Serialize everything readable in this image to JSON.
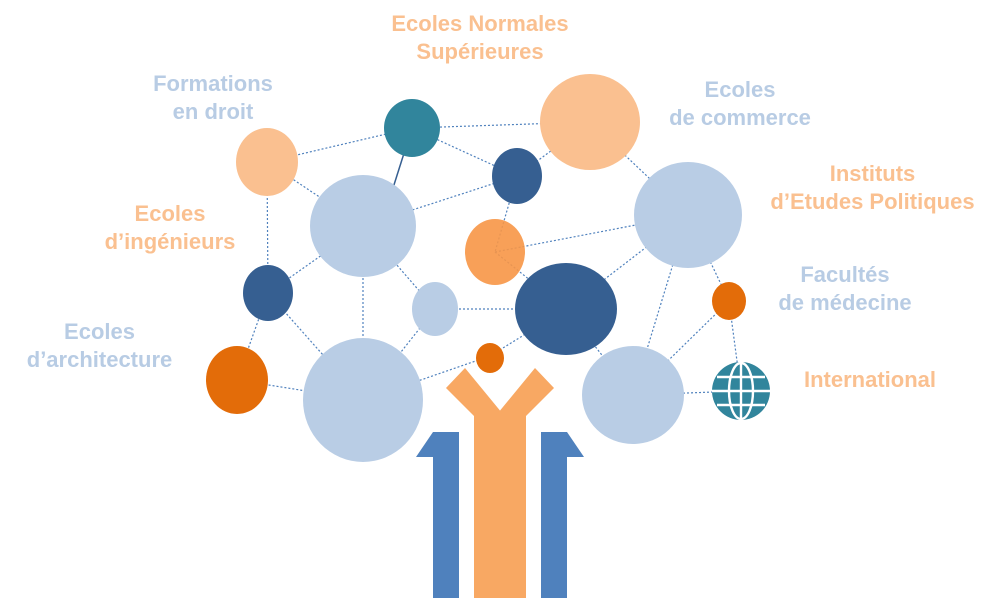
{
  "colors": {
    "light_blue": "#b9cde5",
    "dark_blue": "#365f91",
    "teal": "#31859c",
    "light_orange": "#fac090",
    "mid_orange": "#f79646",
    "dark_orange": "#e36c09",
    "trunk_blue": "#4f81bd",
    "trunk_orange": "#f8a863",
    "line": "#4f81bd",
    "label_blue": "#b8cce4",
    "label_orange": "#fac090"
  },
  "labels": {
    "ens": {
      "line1": "Ecoles Normales",
      "line2": "Supérieures"
    },
    "droit": {
      "line1": "Formations",
      "line2": "en droit"
    },
    "commerce": {
      "line1": "Ecoles",
      "line2": "de commerce"
    },
    "iep": {
      "line1": "Instituts",
      "line2": "d’Etudes Politiques"
    },
    "ingenieurs": {
      "line1": "Ecoles",
      "line2": "d’ingénieurs"
    },
    "medecine": {
      "line1": "Facultés",
      "line2": "de médecine"
    },
    "architecture": {
      "line1": "Ecoles",
      "line2": "d’architecture"
    },
    "international": {
      "line1": "International"
    }
  },
  "icons": {
    "globe": "globe-icon"
  }
}
